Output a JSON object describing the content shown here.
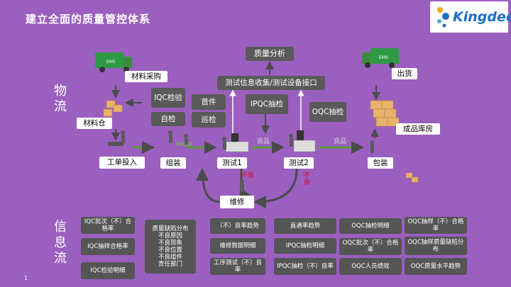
{
  "title": "建立全面的质量管控体系",
  "logo_text": "Kingdee",
  "side_labels": {
    "material_flow": "物流",
    "info_flow": "信息流"
  },
  "page_number": "1",
  "flow": {
    "quality_analysis": "质量分析",
    "test_info": "测试信息收集/测试设备接口",
    "material_purchase": "材料采购",
    "material_warehouse": "材料仓",
    "iqc_inspect": "IQC检验",
    "self_inspect": "自检",
    "first_article": "首件",
    "patrol_inspect": "巡检",
    "ipqc_sampling": "IPQC抽检",
    "oqc_sampling": "OQC抽检",
    "shipping": "出货",
    "finished_goods": "成品库房",
    "order_release": "工单投入",
    "assembly": "组装",
    "test1": "测试1",
    "test2": "测试2",
    "packing": "包装",
    "repair": "维修",
    "good1": "良品",
    "good2": "良品",
    "defect1": "不良",
    "defect2": "不良"
  },
  "info": {
    "iqc_batch_rate": "IQC批次（不）合格率",
    "iqc_sample_rate": "IQC抽样合格率",
    "iqc_detail": "IQC检验明细",
    "defect_dist": "质量缺陷分布\n不良原因\n不良现象\n不良位置\n不良组件\n责任部门",
    "defect_rate_trend": "（不）良率趋势",
    "repair_detail": "维修数据明细",
    "process_defect_rate": "工序测试（不）良率",
    "pass_rate_trend": "直通率趋势",
    "ipqc_detail": "IPQC抽检明细",
    "ipqc_rate": "IPQC抽检（不）良率",
    "oqc_detail": "OQC抽检明细",
    "oqc_batch_rate": "OQC批次（不）合格率",
    "oqc_staff": "OQC人员绩效",
    "oqc_sample_rate": "OQC抽样（不）合格率",
    "oqc_defect_dist": "OQC抽样质量缺陷分布",
    "oqc_level_trend": "OQC质量水平趋势"
  },
  "colors": {
    "background": "#9b5fc0",
    "dark_box": "#5a5a5a",
    "defect": "#e8001c",
    "arrow": "#4b4b4b",
    "brand_blue": "#1f6fc6"
  }
}
